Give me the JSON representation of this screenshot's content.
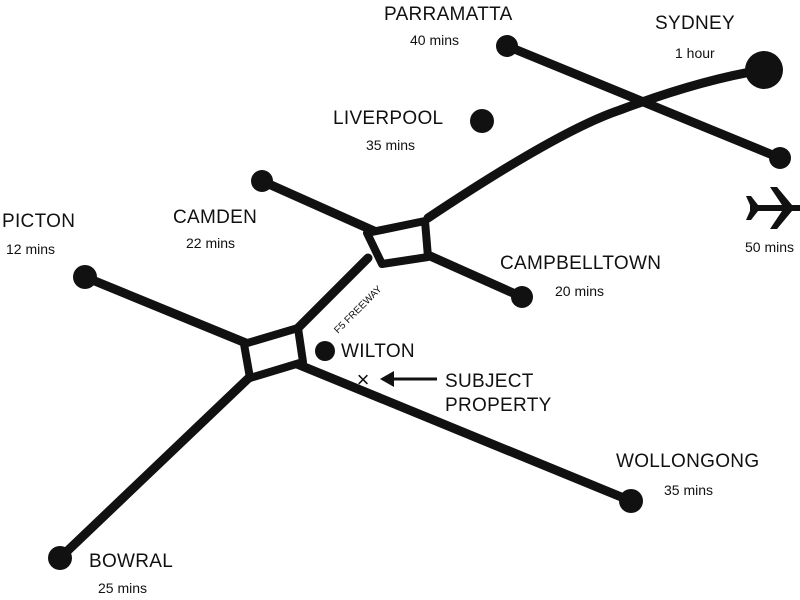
{
  "places": {
    "parramatta": {
      "name": "PARRAMATTA",
      "time": "40 mins"
    },
    "sydney": {
      "name": "SYDNEY",
      "time": "1 hour"
    },
    "liverpool": {
      "name": "LIVERPOOL",
      "time": "35 mins"
    },
    "airport": {
      "time": "50 mins",
      "icon": "airplane-icon"
    },
    "picton": {
      "name": "PICTON",
      "time": "12 mins"
    },
    "camden": {
      "name": "CAMDEN",
      "time": "22 mins"
    },
    "campbelltown": {
      "name": "CAMPBELLTOWN",
      "time": "20 mins"
    },
    "wilton": {
      "name": "WILTON"
    },
    "wollongong": {
      "name": "WOLLONGONG",
      "time": "35 mins"
    },
    "bowral": {
      "name": "BOWRAL",
      "time": "25 mins"
    }
  },
  "road_label": "F5 FREEWAY",
  "subject": {
    "line1": "SUBJECT",
    "line2": "PROPERTY",
    "marker": "×"
  },
  "colors": {
    "ink": "#111111",
    "background": "#ffffff"
  }
}
